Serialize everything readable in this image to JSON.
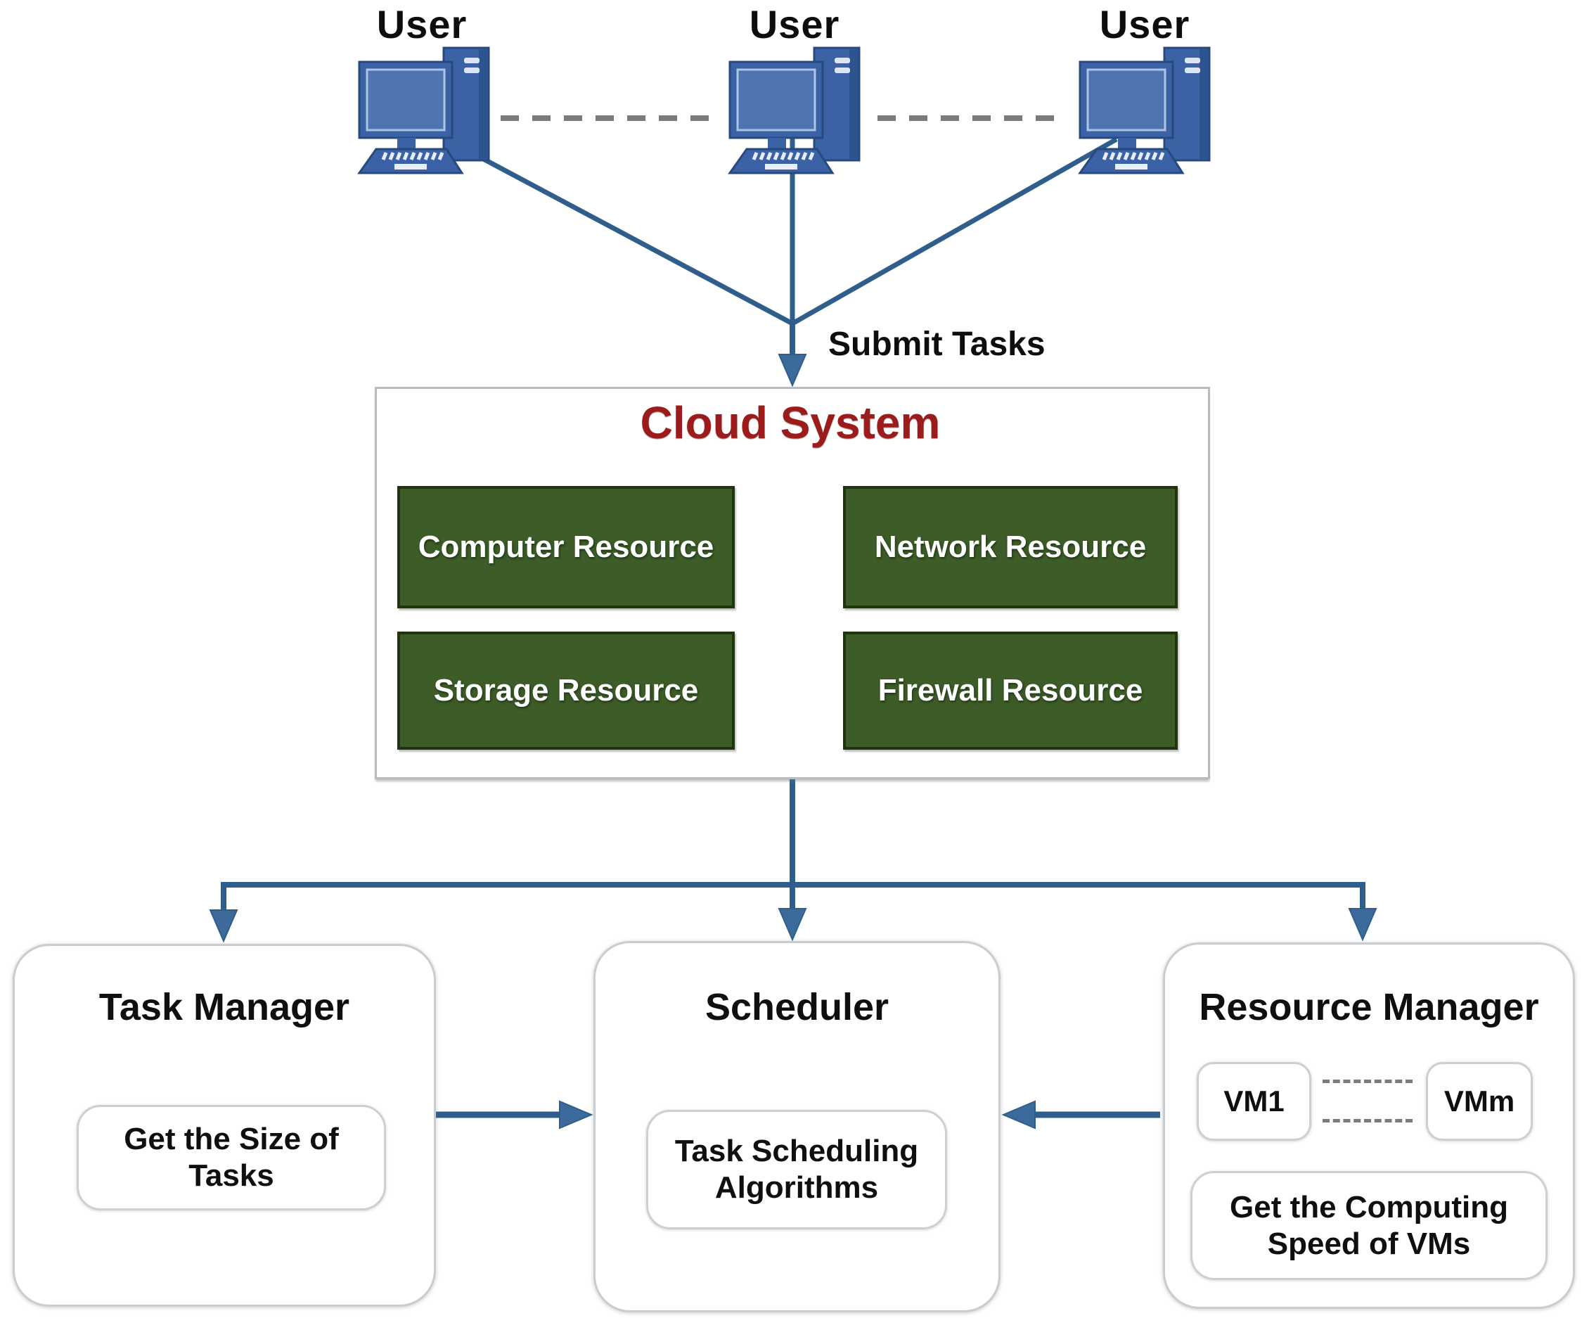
{
  "diagram": {
    "users": [
      "User",
      "User",
      "User"
    ],
    "submit_label": "Submit Tasks",
    "cloud": {
      "title": "Cloud System",
      "resources": [
        "Computer Resource",
        "Network Resource",
        "Storage Resource",
        "Firewall Resource"
      ]
    },
    "task_manager": {
      "title": "Task Manager",
      "inner": "Get the Size of Tasks"
    },
    "scheduler": {
      "title": "Scheduler",
      "inner": "Task Scheduling Algorithms"
    },
    "resource_manager": {
      "title": "Resource Manager",
      "vm_first": "VM1",
      "vm_last": "VMm",
      "inner": "Get the Computing Speed of VMs"
    },
    "colors": {
      "line_blue": "#2f5e8d",
      "computer_blue": "#3b62a5",
      "screen_blue": "#4f74b2",
      "green_fill": "#3d5c28",
      "green_border": "#20350f",
      "title_red": "#9c1b1b",
      "box_border_gray": "#c9cdd2",
      "dash_gray": "#7b7b7b"
    }
  }
}
